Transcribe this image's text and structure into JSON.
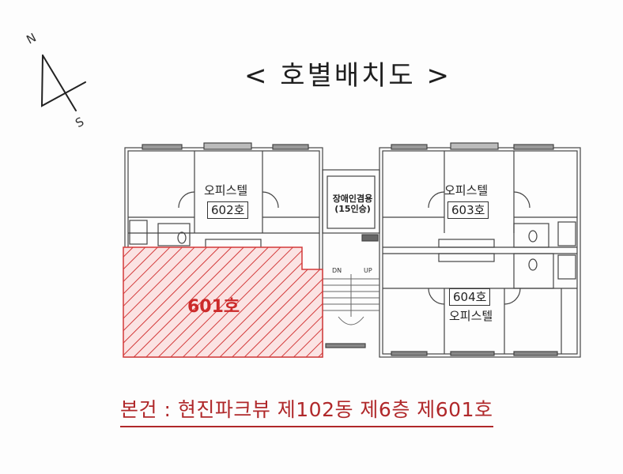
{
  "compass": {
    "north_label": "N",
    "south_label": "S"
  },
  "title": "< 호별배치도 >",
  "floor_plan": {
    "units": [
      {
        "id": "602",
        "type_label": "오피스텔",
        "unit_label": "602호"
      },
      {
        "id": "603",
        "type_label": "오피스텔",
        "unit_label": "603호"
      },
      {
        "id": "604",
        "type_label": "오피스텔",
        "unit_label": "604호"
      }
    ],
    "highlighted_unit": {
      "unit_label": "601호",
      "hatch_color": "#d33a3a",
      "fill_color": "#fbe3e3"
    },
    "elevator": {
      "line1": "장애인겸용",
      "line2": "(15인승)"
    },
    "stairs": {
      "down_label": "DN",
      "up_label": "UP"
    }
  },
  "footer": "본건 : 현진파크뷰 제102동 제6층 제601호",
  "colors": {
    "accent_red": "#b0282a",
    "wall": "#333333"
  }
}
